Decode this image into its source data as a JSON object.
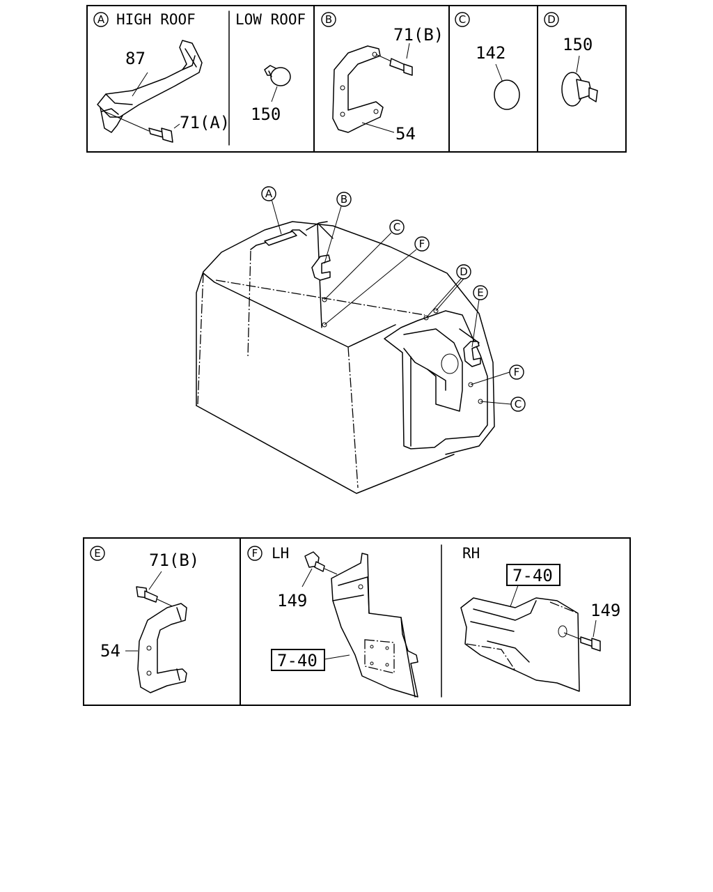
{
  "panels": {
    "A": {
      "letter": "A",
      "title": "HIGH ROOF",
      "part_87": "87",
      "part_71a": "71(A)"
    },
    "low_roof": {
      "title": "LOW ROOF",
      "part_150": "150"
    },
    "B": {
      "letter": "B",
      "part_71b": "71(B)",
      "part_54": "54"
    },
    "C": {
      "letter": "C",
      "part_142": "142"
    },
    "D": {
      "letter": "D",
      "part_150": "150"
    },
    "E": {
      "letter": "E",
      "part_71b": "71(B)",
      "part_54": "54"
    },
    "F": {
      "letter": "F",
      "side_lh": "LH",
      "part_149": "149",
      "ref_740": "7-40"
    },
    "RH": {
      "side_rh": "RH",
      "ref_740": "7-40",
      "part_149": "149"
    }
  },
  "callouts": {
    "A": "A",
    "B": "B",
    "C": "C",
    "F": "F",
    "D": "D",
    "E": "E"
  }
}
